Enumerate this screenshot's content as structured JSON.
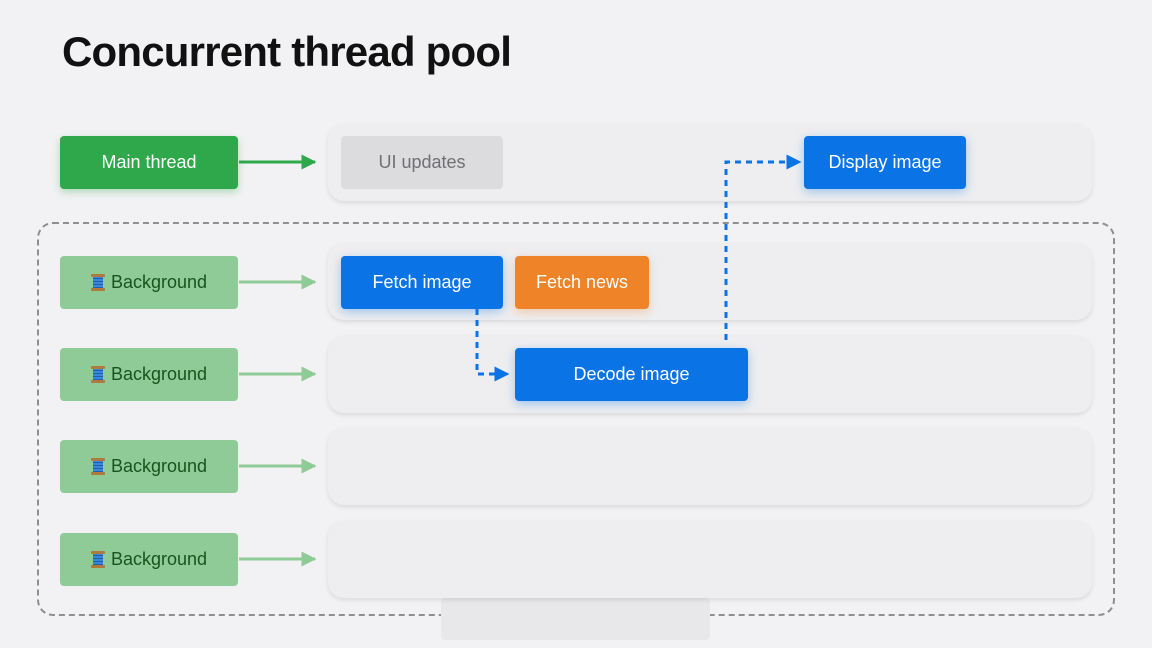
{
  "title": "Concurrent thread pool",
  "threads": {
    "main_label": "Main thread",
    "background_label": "Background",
    "background_icon": "spool-of-thread-icon"
  },
  "tasks": {
    "ui_updates": "UI updates",
    "display_image": "Display image",
    "fetch_image": "Fetch image",
    "fetch_news": "Fetch news",
    "decode_image": "Decode image"
  },
  "colors": {
    "main_thread": "#2ea84a",
    "background_thread": "#8fcb97",
    "task_blue": "#0a73e6",
    "task_orange": "#ee8328",
    "task_gray": "#dcdcde"
  }
}
